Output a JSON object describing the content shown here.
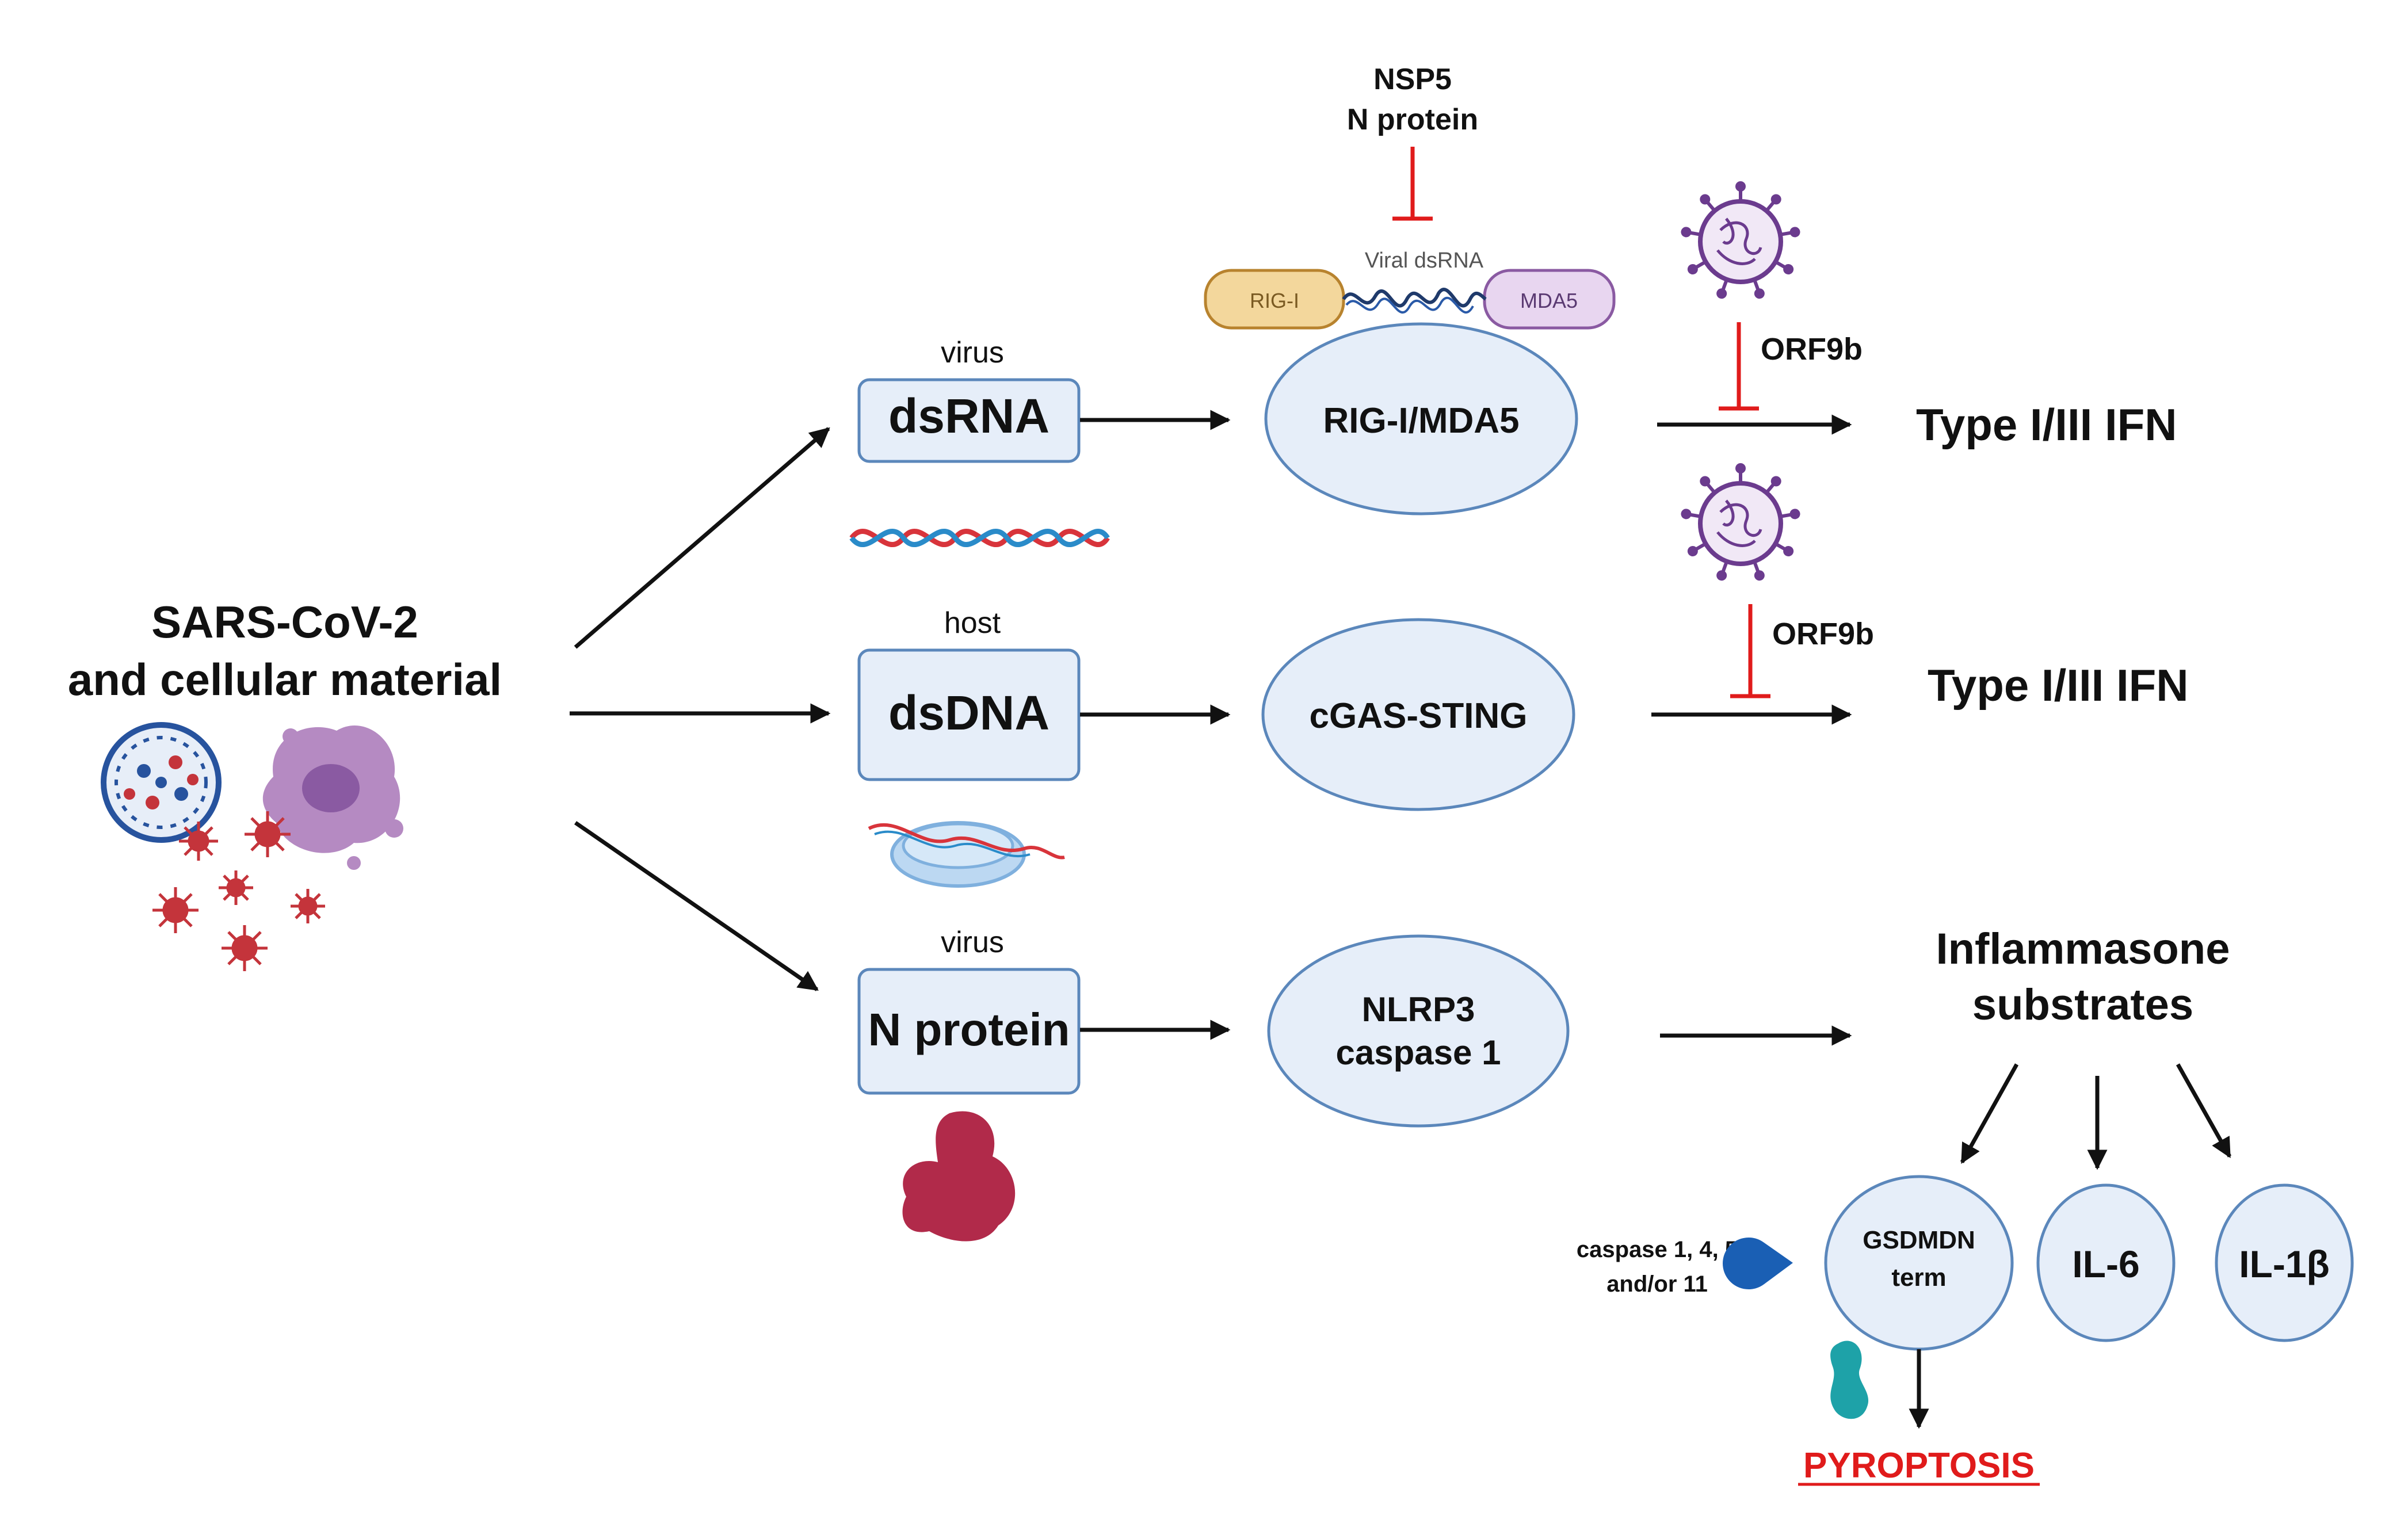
{
  "source": {
    "title_line1": "SARS-CoV-2",
    "title_line2": "and cellular material"
  },
  "sensors": {
    "dsrna": {
      "origin": "virus",
      "label": "dsRNA"
    },
    "dsdna": {
      "origin": "host",
      "label": "dsDNA"
    },
    "nprotein": {
      "origin": "virus",
      "label": "N protein"
    }
  },
  "pathways": {
    "rig": "RIG-I/MDA5",
    "cgas": "cGAS-STING",
    "nlrp3_line1": "NLRP3",
    "nlrp3_line2": "caspase 1"
  },
  "rig_inset": {
    "inhibitor_line1": "NSP5",
    "inhibitor_line2": "N protein",
    "viral_dsrna": "Viral dsRNA",
    "rigi": "RIG-I",
    "mda5": "MDA5"
  },
  "inhibitors": {
    "orf9b_top": "ORF9b",
    "orf9b_mid": "ORF9b"
  },
  "outputs": {
    "ifn_top": "Type I/III IFN",
    "ifn_mid": "Type I/III IFN",
    "inflammasome_line1": "Inflammasone",
    "inflammasome_line2": "substrates"
  },
  "substrates": {
    "gsdmdn_line1": "GSDMDN",
    "gsdmdn_line2": "term",
    "il6": "IL-6",
    "il1b": "IL-1β"
  },
  "caspase": {
    "line1": "caspase 1, 4, 5",
    "line2": "and/or 11"
  },
  "outcome": {
    "pyroptosis": "PYROPTOSIS"
  },
  "colors": {
    "node_fill": "#e6eef9",
    "node_stroke": "#5b87bb",
    "inhibition": "#e01b1b",
    "virus_purple": "#6b3b8e",
    "cell_purple": "#b58ac2",
    "sars_red": "#c4343b",
    "pacman_blue": "#1a5fb4",
    "gsdmd_teal": "#1ea2a8",
    "nprotein_red": "#b12a4a"
  }
}
